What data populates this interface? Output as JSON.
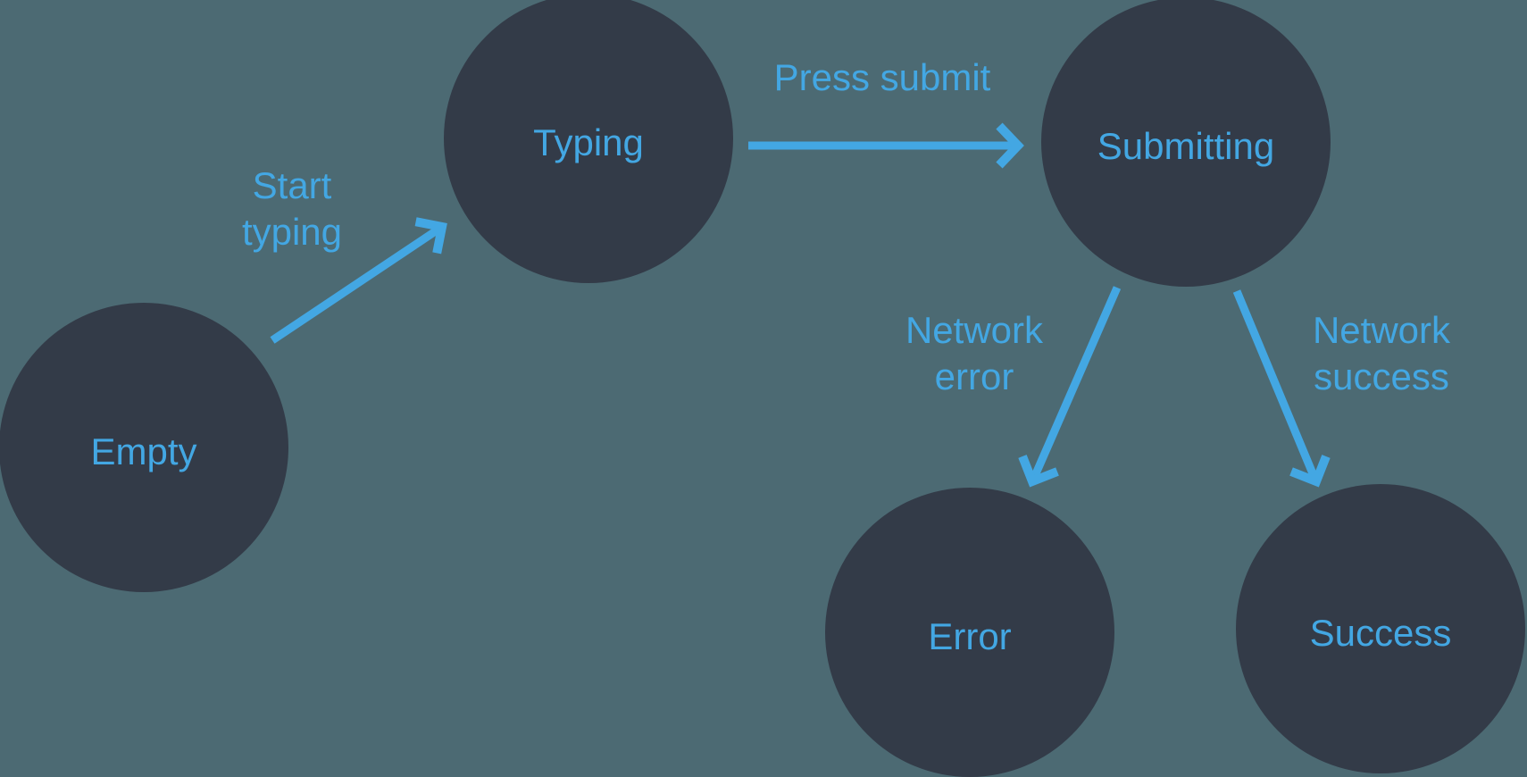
{
  "diagram": {
    "type": "state-machine",
    "colors": {
      "background": "#4C6A73",
      "node_fill": "#333B48",
      "accent_blue": "#43A7E3"
    },
    "nodes": [
      {
        "id": "empty",
        "label": "Empty"
      },
      {
        "id": "typing",
        "label": "Typing"
      },
      {
        "id": "submitting",
        "label": "Submitting"
      },
      {
        "id": "error",
        "label": "Error"
      },
      {
        "id": "success",
        "label": "Success"
      }
    ],
    "edges": [
      {
        "from": "empty",
        "to": "typing",
        "label": "Start typing"
      },
      {
        "from": "typing",
        "to": "submitting",
        "label": "Press submit"
      },
      {
        "from": "submitting",
        "to": "error",
        "label": "Network error"
      },
      {
        "from": "submitting",
        "to": "success",
        "label": "Network success"
      }
    ]
  }
}
